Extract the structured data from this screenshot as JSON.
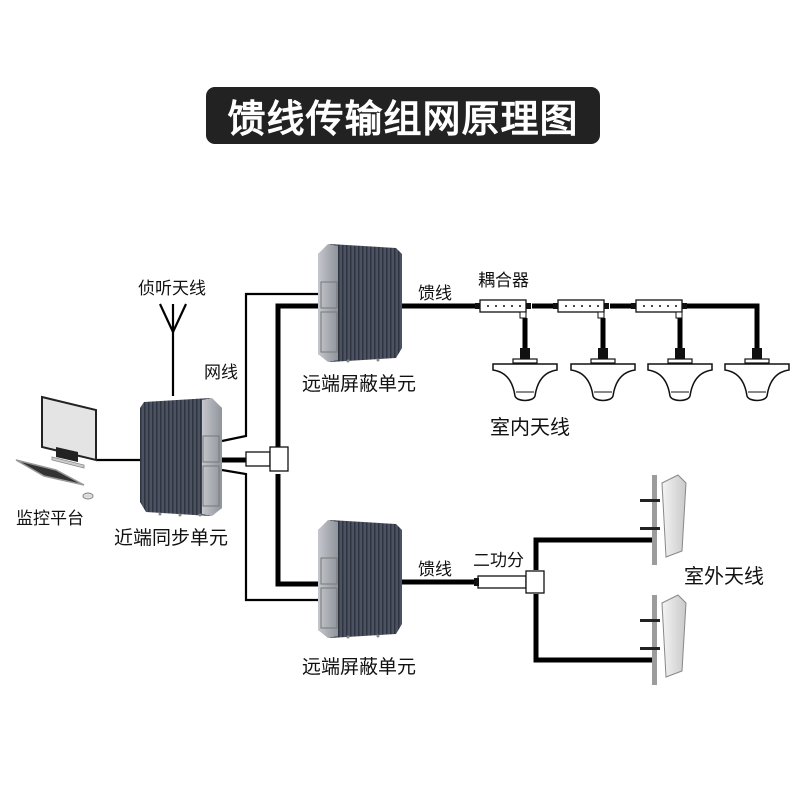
{
  "title": "馈线传输组网原理图",
  "labels": {
    "monitor_platform": "监控平台",
    "near_unit": "近端同步单元",
    "sniff_antenna": "侦听天线",
    "network_cable": "网线",
    "remote_unit_top": "远端屏蔽单元",
    "remote_unit_bottom": "远端屏蔽单元",
    "feeder_top": "馈线",
    "feeder_bottom": "馈线",
    "coupler": "耦合器",
    "indoor_antenna": "室内天线",
    "splitter": "二功分",
    "outdoor_antenna": "室外天线"
  },
  "colors": {
    "title_bg": "#222222",
    "title_text": "#ffffff",
    "line": "#000000",
    "device_body": "#4a5160",
    "device_side": "#a9adb3"
  }
}
